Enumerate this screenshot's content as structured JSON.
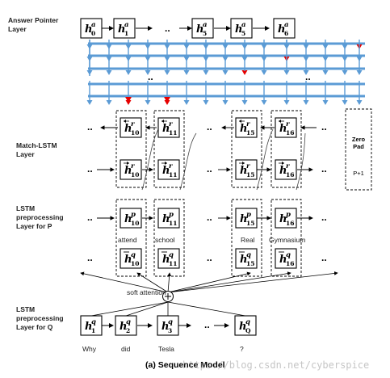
{
  "layers": {
    "answer_pointer": "Answer Pointer Layer",
    "match_lstm": "Match-LSTM Layer",
    "lstm_p": "LSTM preprocessing Layer for P",
    "lstm_q": "LSTM preprocessing Layer for Q"
  },
  "answer_nodes": [
    "h0a",
    "h1a",
    "h5a",
    "h5a",
    "h6a"
  ],
  "matchlstm_rows": {
    "backward": [
      "h10r",
      "h11r",
      "h15r",
      "h16r"
    ],
    "forward": [
      "h10r",
      "h11r",
      "h15r",
      "h16r"
    ]
  },
  "p_rows": {
    "hp": [
      "h10p",
      "h11p",
      "h15p",
      "h16p"
    ],
    "hq_bar": [
      "h10q",
      "h11q",
      "h15q",
      "h16q"
    ]
  },
  "passage_words": [
    "attend",
    "school",
    "Real",
    "Gymnasium"
  ],
  "question_nodes": [
    "h1q",
    "h2q",
    "h3q",
    "hQq"
  ],
  "question_words": [
    "Why",
    "did",
    "Tesla",
    "?"
  ],
  "soft_attention": "soft attention",
  "zero_pad": {
    "title": "Zero Pad",
    "sub": "P+1"
  },
  "ellipsis": "..",
  "caption": "(a) Sequence Model",
  "watermark": "https://blog.csdn.net/cyberspice",
  "colors": {
    "blue": "#5b9bd5",
    "red": "#e60000",
    "dash": "#000000"
  }
}
